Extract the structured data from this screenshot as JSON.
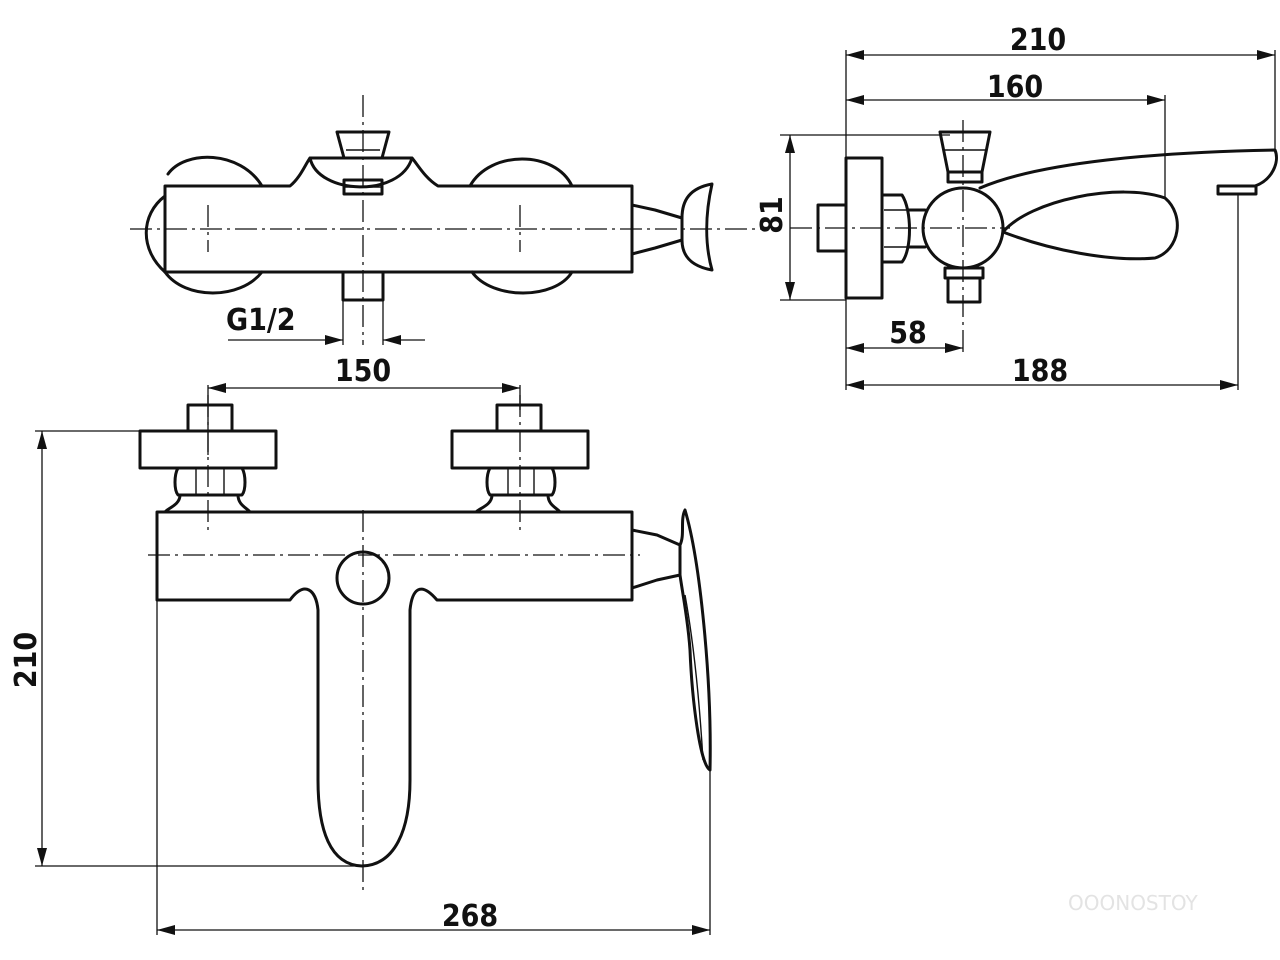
{
  "top_view": {
    "connection_thread": "G1/2",
    "dim_centers": "150"
  },
  "side_view": {
    "dim_overall": "210",
    "dim_spout": "160",
    "dim_height": "81",
    "dim_outlet": "58",
    "dim_depth": "188"
  },
  "front_view": {
    "dim_height": "210",
    "dim_width": "268"
  },
  "watermark": "OOONOSTOY"
}
